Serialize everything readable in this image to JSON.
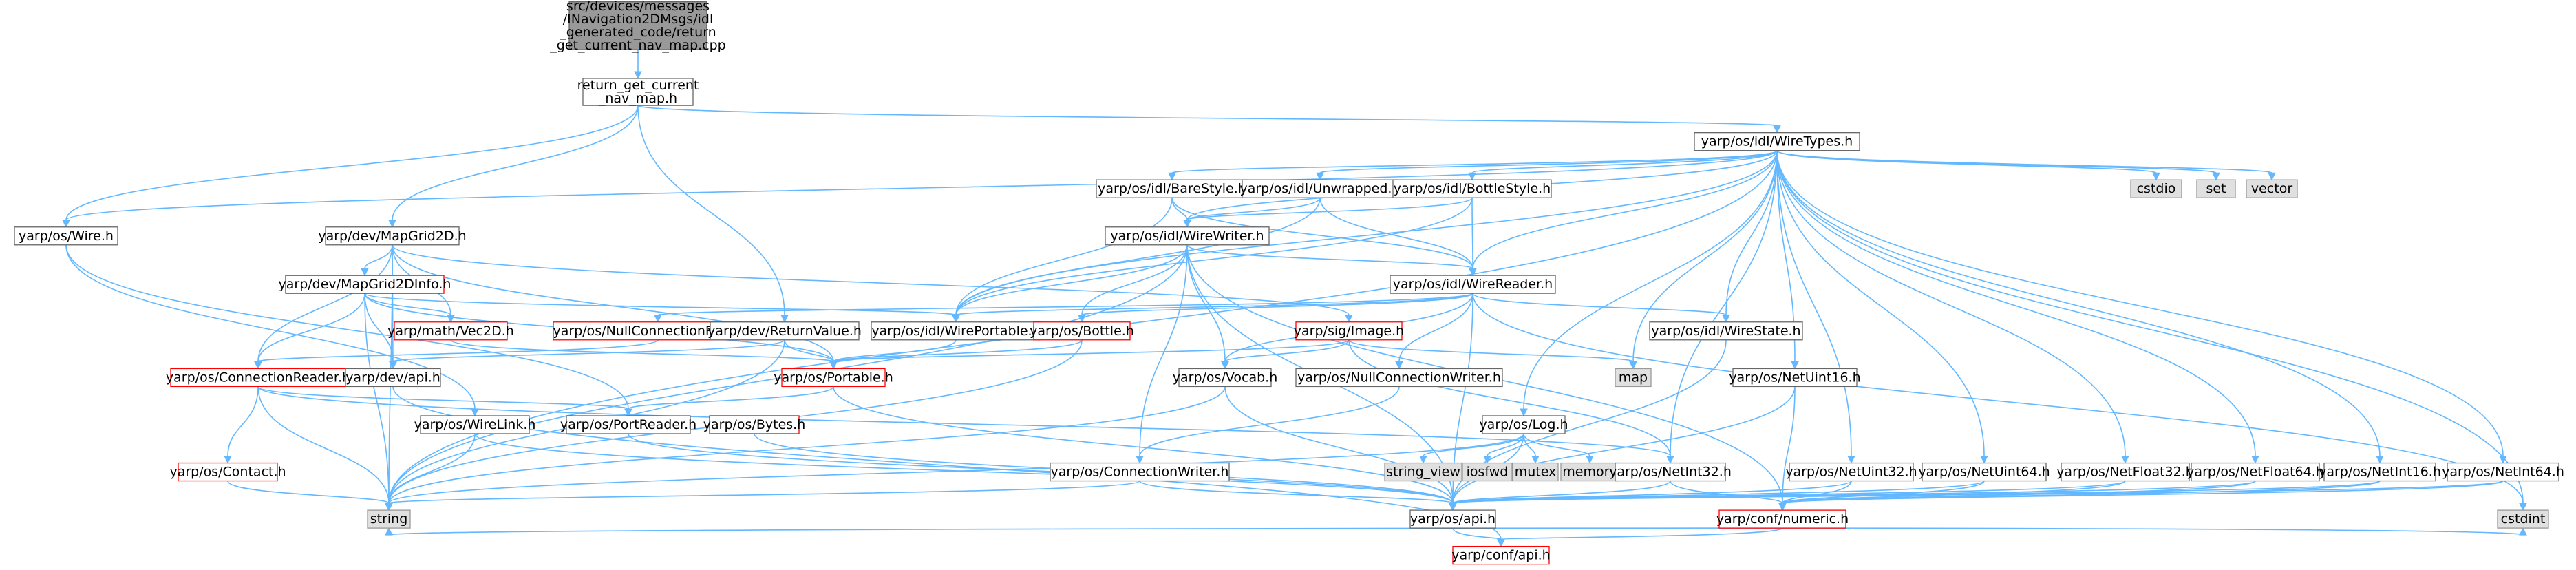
{
  "graph": {
    "colors": {
      "edge": "#63b8ff",
      "root_fill": "#999999",
      "normal_fill": "#ffffff",
      "normal_border": "#666666",
      "truncated_border": "#ff0000",
      "external_fill": "#e0e0e0",
      "external_border": "#999999"
    },
    "nodes": {
      "root": {
        "lines": [
          "src/devices/messages",
          "/INavigation2DMsgs/idl",
          "_generated_code/return",
          "_get_current_nav_map.cpp"
        ],
        "kind": "root"
      },
      "return_get": {
        "lines": [
          "return_get_current",
          "_nav_map.h"
        ],
        "kind": "normal"
      },
      "wiretypes": {
        "lines": [
          "yarp/os/idl/WireTypes.h"
        ],
        "kind": "normal"
      },
      "wire": {
        "lines": [
          "yarp/os/Wire.h"
        ],
        "kind": "normal"
      },
      "mapgrid2d": {
        "lines": [
          "yarp/dev/MapGrid2D.h"
        ],
        "kind": "normal"
      },
      "barestyle": {
        "lines": [
          "yarp/os/idl/BareStyle.h"
        ],
        "kind": "normal"
      },
      "unwrapped": {
        "lines": [
          "yarp/os/idl/Unwrapped.h"
        ],
        "kind": "normal"
      },
      "bottlestyle": {
        "lines": [
          "yarp/os/idl/BottleStyle.h"
        ],
        "kind": "normal"
      },
      "cstdio": {
        "lines": [
          "cstdio"
        ],
        "kind": "external"
      },
      "set": {
        "lines": [
          "set"
        ],
        "kind": "external"
      },
      "vector": {
        "lines": [
          "vector"
        ],
        "kind": "external"
      },
      "wirewriter": {
        "lines": [
          "yarp/os/idl/WireWriter.h"
        ],
        "kind": "normal"
      },
      "mapgrid2dinfo": {
        "lines": [
          "yarp/dev/MapGrid2DInfo.h"
        ],
        "kind": "truncated"
      },
      "wirereader": {
        "lines": [
          "yarp/os/idl/WireReader.h"
        ],
        "kind": "normal"
      },
      "vec2d": {
        "lines": [
          "yarp/math/Vec2D.h"
        ],
        "kind": "truncated"
      },
      "nullconnreader": {
        "lines": [
          "yarp/os/NullConnectionReader.h"
        ],
        "kind": "truncated"
      },
      "returnvalue": {
        "lines": [
          "yarp/dev/ReturnValue.h"
        ],
        "kind": "normal"
      },
      "wireportable": {
        "lines": [
          "yarp/os/idl/WirePortable.h"
        ],
        "kind": "normal"
      },
      "bottle": {
        "lines": [
          "yarp/os/Bottle.h"
        ],
        "kind": "truncated"
      },
      "image": {
        "lines": [
          "yarp/sig/Image.h"
        ],
        "kind": "truncated"
      },
      "wirestate": {
        "lines": [
          "yarp/os/idl/WireState.h"
        ],
        "kind": "normal"
      },
      "map": {
        "lines": [
          "map"
        ],
        "kind": "external"
      },
      "connreader": {
        "lines": [
          "yarp/os/ConnectionReader.h"
        ],
        "kind": "truncated"
      },
      "devapi": {
        "lines": [
          "yarp/dev/api.h"
        ],
        "kind": "normal"
      },
      "portable": {
        "lines": [
          "yarp/os/Portable.h"
        ],
        "kind": "truncated"
      },
      "vocab": {
        "lines": [
          "yarp/os/Vocab.h"
        ],
        "kind": "normal"
      },
      "nullconnwriter": {
        "lines": [
          "yarp/os/NullConnectionWriter.h"
        ],
        "kind": "normal"
      },
      "netuint16": {
        "lines": [
          "yarp/os/NetUint16.h"
        ],
        "kind": "normal"
      },
      "log": {
        "lines": [
          "yarp/os/Log.h"
        ],
        "kind": "normal"
      },
      "wirelink": {
        "lines": [
          "yarp/os/WireLink.h"
        ],
        "kind": "normal"
      },
      "portreader": {
        "lines": [
          "yarp/os/PortReader.h"
        ],
        "kind": "normal"
      },
      "bytes": {
        "lines": [
          "yarp/os/Bytes.h"
        ],
        "kind": "truncated"
      },
      "string_view": {
        "lines": [
          "string_view"
        ],
        "kind": "external"
      },
      "iosfwd": {
        "lines": [
          "iosfwd"
        ],
        "kind": "external"
      },
      "mutex": {
        "lines": [
          "mutex"
        ],
        "kind": "external"
      },
      "memory": {
        "lines": [
          "memory"
        ],
        "kind": "external"
      },
      "netint32": {
        "lines": [
          "yarp/os/NetInt32.h"
        ],
        "kind": "normal"
      },
      "connwriter": {
        "lines": [
          "yarp/os/ConnectionWriter.h"
        ],
        "kind": "normal"
      },
      "netuint32": {
        "lines": [
          "yarp/os/NetUint32.h"
        ],
        "kind": "normal"
      },
      "netuint64": {
        "lines": [
          "yarp/os/NetUint64.h"
        ],
        "kind": "normal"
      },
      "netfloat32": {
        "lines": [
          "yarp/os/NetFloat32.h"
        ],
        "kind": "normal"
      },
      "netfloat64": {
        "lines": [
          "yarp/os/NetFloat64.h"
        ],
        "kind": "normal"
      },
      "netint16": {
        "lines": [
          "yarp/os/NetInt16.h"
        ],
        "kind": "normal"
      },
      "netint64": {
        "lines": [
          "yarp/os/NetInt64.h"
        ],
        "kind": "normal"
      },
      "contact": {
        "lines": [
          "yarp/os/Contact.h"
        ],
        "kind": "truncated"
      },
      "osapi": {
        "lines": [
          "yarp/os/api.h"
        ],
        "kind": "normal"
      },
      "numeric": {
        "lines": [
          "yarp/conf/numeric.h"
        ],
        "kind": "truncated"
      },
      "string": {
        "lines": [
          "string"
        ],
        "kind": "external"
      },
      "confapi": {
        "lines": [
          "yarp/conf/api.h"
        ],
        "kind": "truncated"
      },
      "cstdint": {
        "lines": [
          "cstdint"
        ],
        "kind": "external"
      }
    },
    "edges": [
      [
        "root",
        "return_get"
      ],
      [
        "return_get",
        "wiretypes"
      ],
      [
        "return_get",
        "wire"
      ],
      [
        "return_get",
        "mapgrid2d"
      ],
      [
        "return_get",
        "returnvalue"
      ],
      [
        "wiretypes",
        "string"
      ],
      [
        "wiretypes",
        "wire"
      ],
      [
        "wiretypes",
        "barestyle"
      ],
      [
        "wiretypes",
        "unwrapped"
      ],
      [
        "wiretypes",
        "bottlestyle"
      ],
      [
        "wiretypes",
        "wirewriter"
      ],
      [
        "wiretypes",
        "wirereader"
      ],
      [
        "wiretypes",
        "wireportable"
      ],
      [
        "wiretypes",
        "wirestate"
      ],
      [
        "wiretypes",
        "map"
      ],
      [
        "wiretypes",
        "log"
      ],
      [
        "wiretypes",
        "netint32"
      ],
      [
        "wiretypes",
        "netuint16"
      ],
      [
        "wiretypes",
        "netuint32"
      ],
      [
        "wiretypes",
        "netuint64"
      ],
      [
        "wiretypes",
        "netfloat32"
      ],
      [
        "wiretypes",
        "netfloat64"
      ],
      [
        "wiretypes",
        "netint16"
      ],
      [
        "wiretypes",
        "netint64"
      ],
      [
        "wiretypes",
        "cstdio"
      ],
      [
        "wiretypes",
        "set"
      ],
      [
        "wiretypes",
        "vector"
      ],
      [
        "wiretypes",
        "cstdint"
      ],
      [
        "wire",
        "wirelink"
      ],
      [
        "wire",
        "portreader"
      ],
      [
        "mapgrid2d",
        "mapgrid2dinfo"
      ],
      [
        "mapgrid2d",
        "vec2d"
      ],
      [
        "mapgrid2d",
        "connreader"
      ],
      [
        "mapgrid2d",
        "devapi"
      ],
      [
        "mapgrid2d",
        "portable"
      ],
      [
        "mapgrid2d",
        "image"
      ],
      [
        "mapgrid2d",
        "string"
      ],
      [
        "barestyle",
        "wirewriter"
      ],
      [
        "barestyle",
        "wirereader"
      ],
      [
        "barestyle",
        "wireportable"
      ],
      [
        "unwrapped",
        "wirewriter"
      ],
      [
        "unwrapped",
        "wirereader"
      ],
      [
        "unwrapped",
        "wireportable"
      ],
      [
        "bottlestyle",
        "wirewriter"
      ],
      [
        "bottlestyle",
        "wirereader"
      ],
      [
        "bottlestyle",
        "wireportable"
      ],
      [
        "wirewriter",
        "wirereader"
      ],
      [
        "wirewriter",
        "wireportable"
      ],
      [
        "wirewriter",
        "bottle"
      ],
      [
        "wirewriter",
        "vocab"
      ],
      [
        "wirewriter",
        "connwriter"
      ],
      [
        "wirewriter",
        "osapi"
      ],
      [
        "wirewriter",
        "string"
      ],
      [
        "wirewriter",
        "numeric"
      ],
      [
        "mapgrid2dinfo",
        "vec2d"
      ],
      [
        "mapgrid2dinfo",
        "connreader"
      ],
      [
        "mapgrid2dinfo",
        "devapi"
      ],
      [
        "mapgrid2dinfo",
        "portable"
      ],
      [
        "mapgrid2dinfo",
        "string"
      ],
      [
        "mapgrid2dinfo",
        "wireportable"
      ],
      [
        "wirereader",
        "wireportable"
      ],
      [
        "wirereader",
        "wirestate"
      ],
      [
        "wirereader",
        "nullconnreader"
      ],
      [
        "wirereader",
        "bottle"
      ],
      [
        "wirereader",
        "vocab"
      ],
      [
        "wirereader",
        "nullconnwriter"
      ],
      [
        "wirereader",
        "osapi"
      ],
      [
        "wirereader",
        "cstdint"
      ],
      [
        "vec2d",
        "portable"
      ],
      [
        "nullconnreader",
        "connreader"
      ],
      [
        "returnvalue",
        "portable"
      ],
      [
        "returnvalue",
        "devapi"
      ],
      [
        "returnvalue",
        "string"
      ],
      [
        "wireportable",
        "portable"
      ],
      [
        "bottle",
        "portable"
      ],
      [
        "bottle",
        "string"
      ],
      [
        "image",
        "portable"
      ],
      [
        "image",
        "vocab"
      ],
      [
        "image",
        "map"
      ],
      [
        "image",
        "netint32"
      ],
      [
        "wirestate",
        "osapi"
      ],
      [
        "connreader",
        "contact"
      ],
      [
        "connreader",
        "portreader"
      ],
      [
        "connreader",
        "string"
      ],
      [
        "connreader",
        "netint32"
      ],
      [
        "devapi",
        "confapi"
      ],
      [
        "portable",
        "portreader"
      ],
      [
        "portable",
        "osapi"
      ],
      [
        "vocab",
        "osapi"
      ],
      [
        "vocab",
        "string"
      ],
      [
        "nullconnwriter",
        "connwriter"
      ],
      [
        "netuint16",
        "osapi"
      ],
      [
        "netuint16",
        "numeric"
      ],
      [
        "log",
        "string_view"
      ],
      [
        "log",
        "iosfwd"
      ],
      [
        "log",
        "mutex"
      ],
      [
        "log",
        "memory"
      ],
      [
        "log",
        "osapi"
      ],
      [
        "log",
        "string"
      ],
      [
        "wirelink",
        "osapi"
      ],
      [
        "wirelink",
        "string"
      ],
      [
        "portreader",
        "osapi"
      ],
      [
        "bytes",
        "osapi"
      ],
      [
        "netint32",
        "osapi"
      ],
      [
        "netint32",
        "numeric"
      ],
      [
        "connwriter",
        "osapi"
      ],
      [
        "connwriter",
        "string"
      ],
      [
        "netuint32",
        "osapi"
      ],
      [
        "netuint32",
        "numeric"
      ],
      [
        "netuint64",
        "osapi"
      ],
      [
        "netuint64",
        "numeric"
      ],
      [
        "netfloat32",
        "osapi"
      ],
      [
        "netfloat32",
        "numeric"
      ],
      [
        "netfloat64",
        "osapi"
      ],
      [
        "netfloat64",
        "numeric"
      ],
      [
        "netint16",
        "osapi"
      ],
      [
        "netint16",
        "numeric"
      ],
      [
        "netint64",
        "osapi"
      ],
      [
        "netint64",
        "numeric"
      ],
      [
        "contact",
        "string"
      ],
      [
        "osapi",
        "confapi"
      ],
      [
        "numeric",
        "confapi"
      ],
      [
        "numeric",
        "cstdint"
      ],
      [
        "numeric",
        "string"
      ]
    ]
  }
}
